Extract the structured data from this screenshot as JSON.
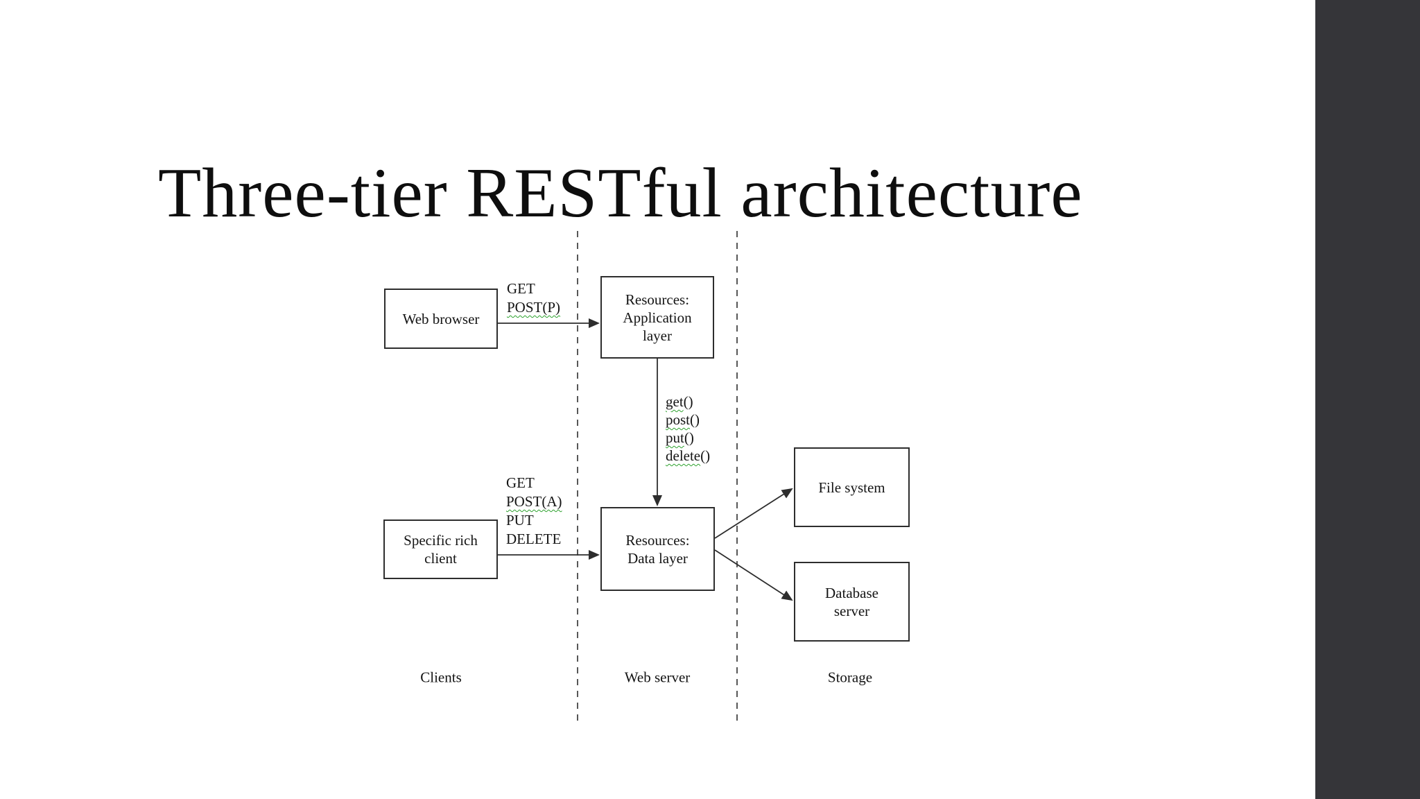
{
  "slide": {
    "title": "Three-tier RESTful architecture",
    "background_color": "#ffffff",
    "side_panel_color": "#353539",
    "squiggle_color": "#2ca12c"
  },
  "diagram": {
    "boxes": {
      "web_browser": {
        "label": "Web browser"
      },
      "app_layer": {
        "lines": [
          "Resources:",
          "Application",
          "layer"
        ]
      },
      "rich_client": {
        "lines": [
          "Specific rich",
          "client"
        ]
      },
      "data_layer": {
        "lines": [
          "Resources:",
          "Data layer"
        ]
      },
      "file_system": {
        "label": "File system"
      },
      "db_server": {
        "lines": [
          "Database",
          "server"
        ]
      }
    },
    "edge_labels": {
      "browser_to_app": {
        "line1": "GET",
        "line2": "POST(P)"
      },
      "app_to_data": {
        "line1_word": "get",
        "line1_paren": "()",
        "line2_word": "post",
        "line2_paren": "()",
        "line3_word": "put",
        "line3_paren": "()",
        "line4_word": "delete",
        "line4_paren": "()"
      },
      "client_to_data": {
        "line1": "GET",
        "line2": "POST(A)",
        "line3": "PUT",
        "line4": "DELETE"
      }
    },
    "tier_labels": {
      "clients": "Clients",
      "web_server": "Web server",
      "storage": "Storage"
    }
  }
}
